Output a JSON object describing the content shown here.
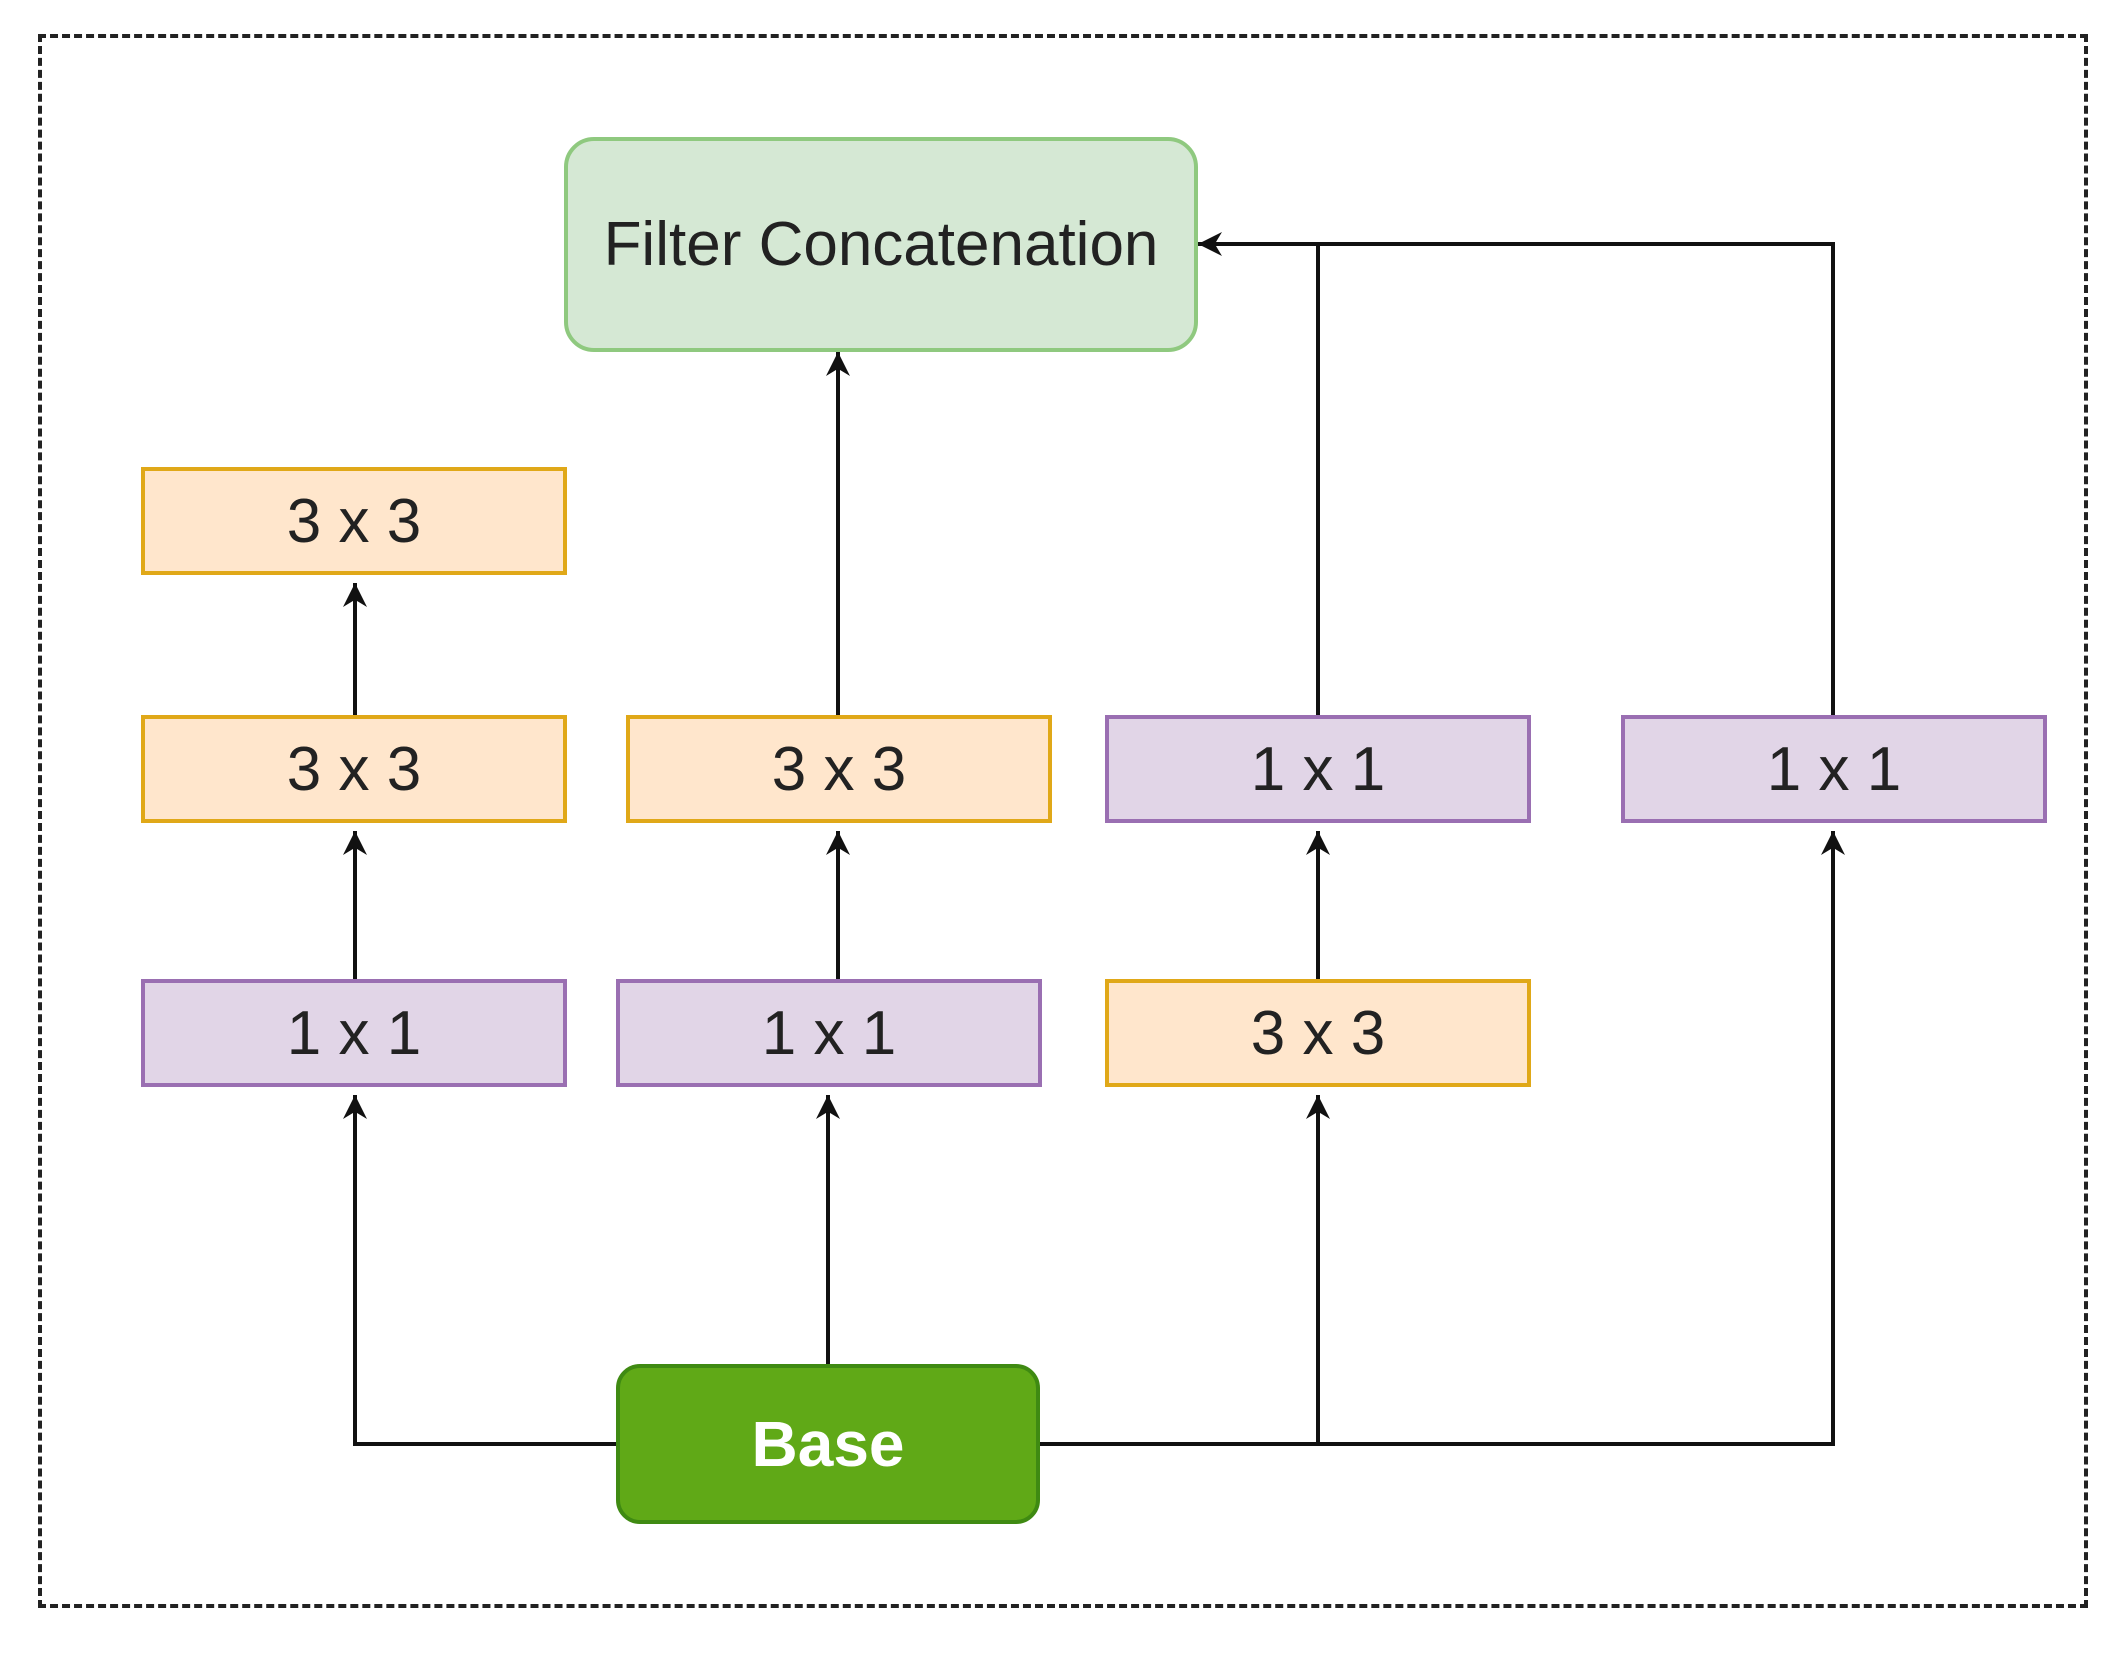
{
  "diagram": {
    "concat": {
      "label": "Filter Concatenation"
    },
    "base": {
      "label": "Base"
    },
    "branch1": {
      "top": "3 x 3",
      "mid": "3 x 3",
      "bottom": "1 x 1"
    },
    "branch2": {
      "mid": "3 x 3",
      "bottom": "1 x 1"
    },
    "branch3": {
      "mid": "1 x 1",
      "bottom": "3 x 3"
    },
    "branch4": {
      "mid": "1 x 1"
    }
  },
  "colors": {
    "conv3x3_fill": "#ffe6cc",
    "conv3x3_border": "#e0a818",
    "conv1x1_fill": "#e1d5e7",
    "conv1x1_border": "#9a6fb2",
    "concat_fill": "#d5e8d4",
    "base_fill": "#60a917",
    "edge": "#111111"
  }
}
